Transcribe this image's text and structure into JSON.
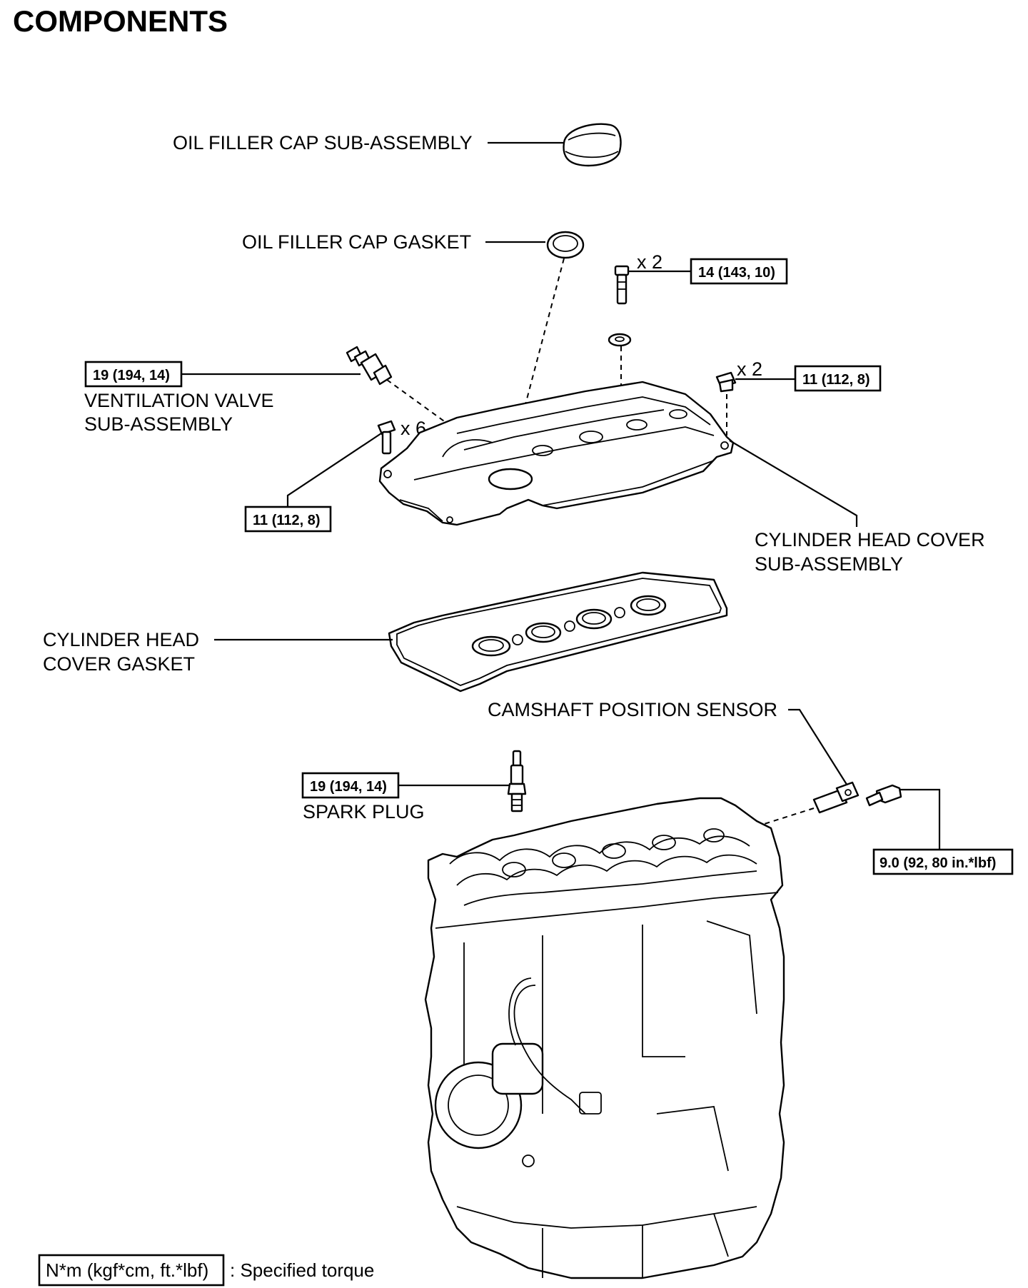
{
  "title": "COMPONENTS",
  "parts": {
    "oil_filler_cap": "OIL FILLER CAP SUB-ASSEMBLY",
    "oil_filler_cap_gasket": "OIL FILLER CAP GASKET",
    "ventilation_valve_line1": "VENTILATION VALVE",
    "ventilation_valve_line2": "SUB-ASSEMBLY",
    "cylinder_head_cover_line1": "CYLINDER HEAD COVER",
    "cylinder_head_cover_line2": "SUB-ASSEMBLY",
    "cylinder_head_cover_gasket_line1": "CYLINDER HEAD",
    "cylinder_head_cover_gasket_line2": "COVER GASKET",
    "camshaft_position_sensor": "CAMSHAFT POSITION SENSOR",
    "spark_plug": "SPARK PLUG"
  },
  "torques": {
    "stud_bolt": "14 (143, 10)",
    "ventilation_valve": "19 (194, 14)",
    "cover_nut": "11 (112, 8)",
    "cover_bolt": "11 (112, 8)",
    "spark_plug": "19 (194, 14)",
    "camshaft_sensor_bolt": "9.0 (92, 80 in.*lbf)"
  },
  "quantities": {
    "stud_bolt": "x 2",
    "cover_nut": "x 2",
    "cover_bolt": "x 6"
  },
  "legend": {
    "unit_box": "N*m (kgf*cm, ft.*lbf)",
    "description": ": Specified torque"
  }
}
